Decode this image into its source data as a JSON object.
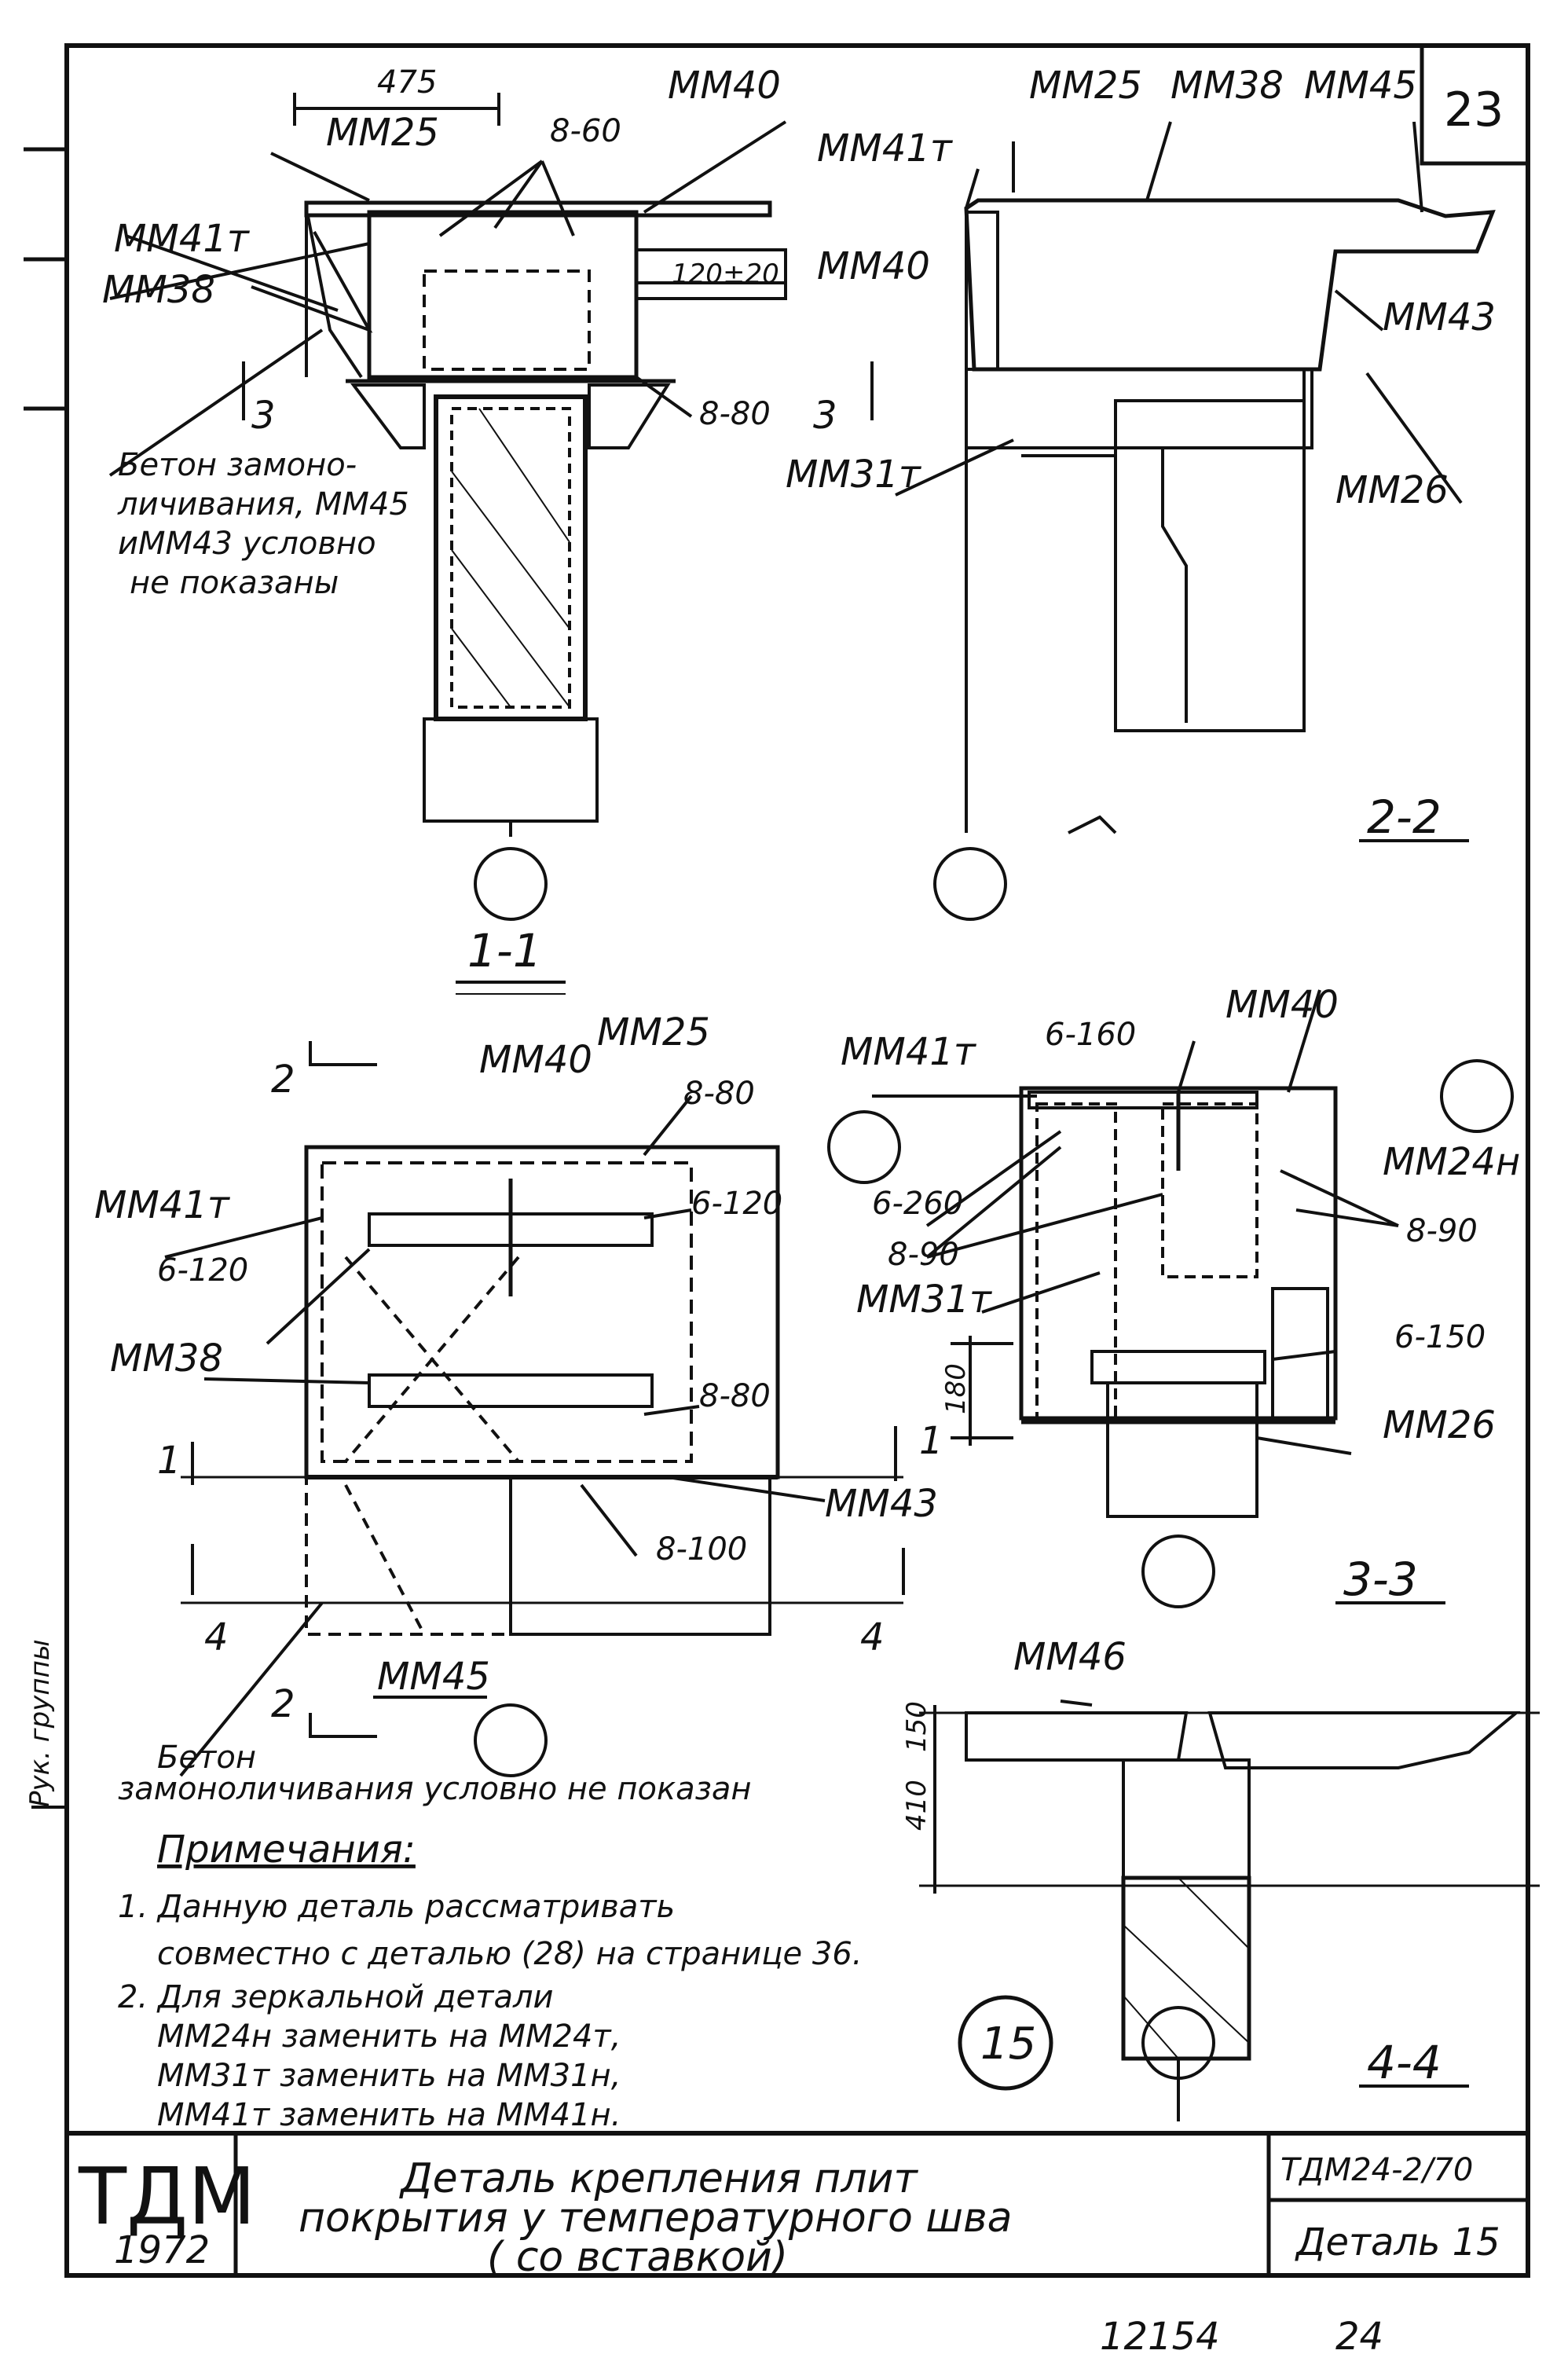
{
  "sheet": {
    "page_number": "23",
    "footer_left": "12154",
    "footer_right": "24"
  },
  "section_1_1": {
    "label": "1-1",
    "dim_top": "475",
    "labels": [
      "ММ25",
      "ММ40",
      "8-60",
      "ММ41т",
      "ММ38",
      "120",
      "±20",
      "8-80"
    ],
    "cut_marks": [
      "3",
      "3"
    ],
    "note_lines": [
      "Бетон замоно-",
      "личивания, ММ45",
      "иММ43 условно",
      "не показаны"
    ]
  },
  "section_2_2": {
    "label": "2-2",
    "labels": [
      "ММ25",
      "ММ38",
      "ММ45",
      "ММ41т",
      "ММ40",
      "ММ43",
      "ММ31т",
      "ММ26"
    ]
  },
  "plan": {
    "labels": [
      "ММ25",
      "ММ40",
      "8-80",
      "ММ41т",
      "6-120",
      "6-120",
      "ММ38",
      "8-80",
      "ММ43",
      "8-100",
      "ММ45"
    ],
    "cut_marks": [
      "2",
      "2",
      "1",
      "1",
      "4",
      "4"
    ],
    "note_lines": [
      "Бетон",
      "замоноличивания условно не показан"
    ]
  },
  "section_3_3": {
    "label": "3-3",
    "labels": [
      "ММ40",
      "6-160",
      "ММ41т",
      "ММ24н",
      "6-260",
      "8-90",
      "8-90",
      "ММ31т",
      "6-150",
      "ММ26"
    ],
    "dim": "180"
  },
  "section_4_4": {
    "label": "4-4",
    "labels": [
      "ММ46"
    ],
    "dims": [
      "150",
      "410"
    ]
  },
  "notes": {
    "heading": "Примечания:",
    "lines": [
      "1. Данную деталь рассматривать",
      "совместно с деталью (28) на странице 36.",
      "2. Для зеркальной детали",
      "ММ24н заменить на ММ24т,",
      "ММ31т заменить на ММ31н,",
      "ММ41т заменить на ММ41н."
    ],
    "detail_number": "15"
  },
  "title_block": {
    "stamp": "ТДМ",
    "year": "1972",
    "title_lines": [
      "Деталь крепления плит",
      "покрытия у температурного шва",
      "( со вставкой)"
    ],
    "series": "ТДМ24-2/70",
    "detail": "Деталь 15"
  },
  "margin": {
    "side_text": "Рук. группы"
  }
}
